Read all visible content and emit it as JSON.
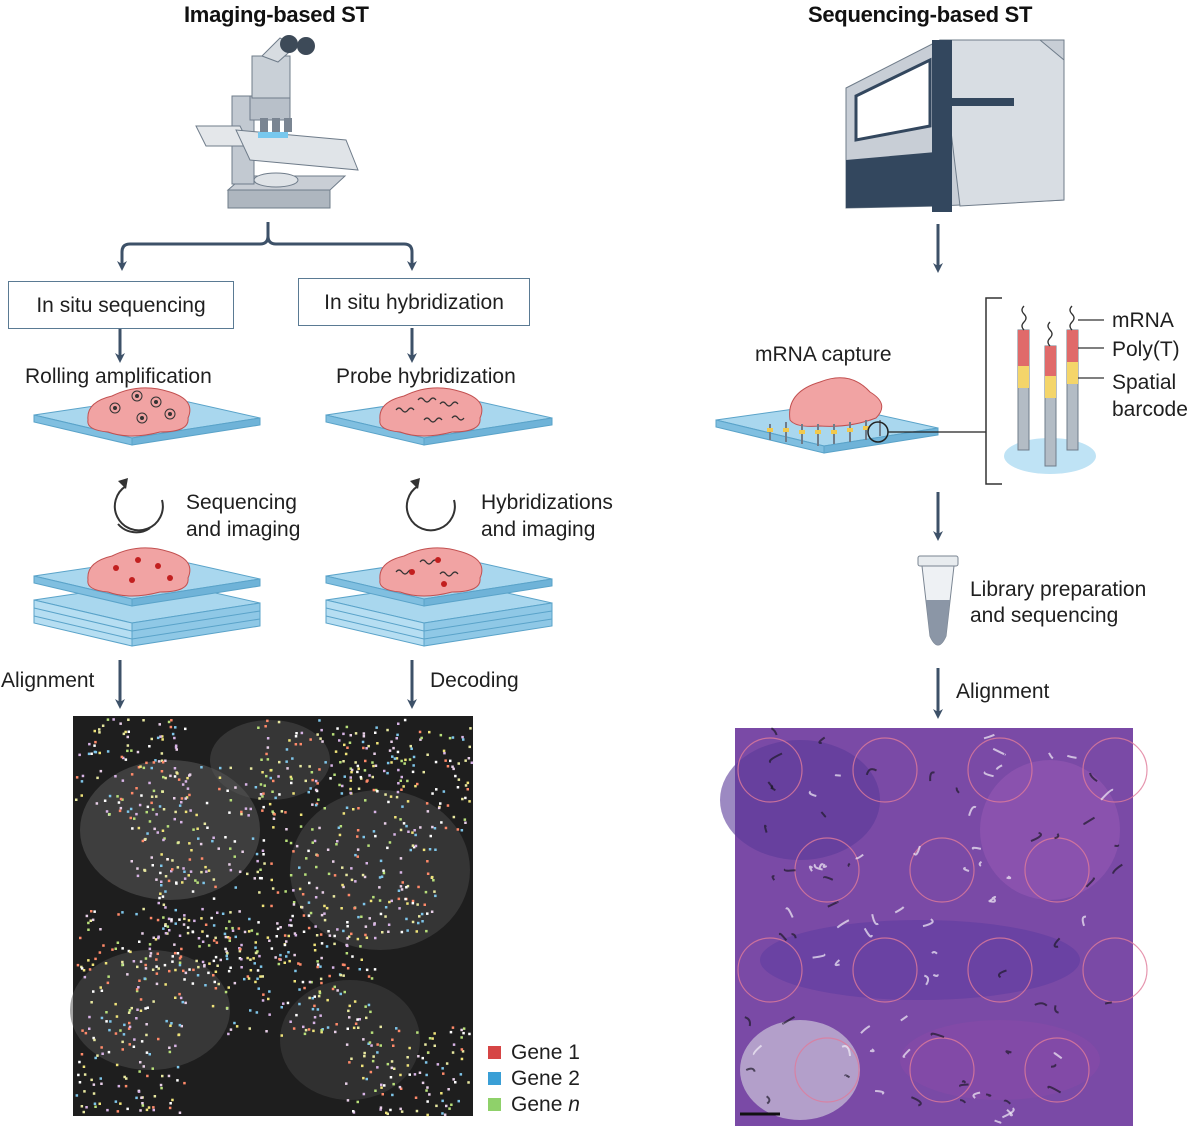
{
  "left": {
    "title": "Imaging-based ST",
    "branch_a": {
      "method": "In situ sequencing",
      "step": "Rolling amplification",
      "cycle": [
        "Sequencing",
        "and imaging"
      ],
      "post": "Alignment"
    },
    "branch_b": {
      "method": "In situ hybridization",
      "step": "Probe hybridization",
      "cycle": [
        "Hybridizations",
        "and imaging"
      ],
      "post": "Decoding"
    },
    "legend": [
      {
        "label": "Gene 1",
        "color": "#d64545"
      },
      {
        "label": "Gene 2",
        "color": "#3a9fd6"
      },
      {
        "label": "Gene ",
        "italic": "n",
        "color": "#8fd16a"
      }
    ]
  },
  "right": {
    "title": "Sequencing-based ST",
    "capture": "mRNA capture",
    "probe_labels": [
      "mRNA",
      "Poly(T)",
      "Spatial",
      "barcode"
    ],
    "library": [
      "Library preparation",
      "and sequencing"
    ],
    "post": "Alignment"
  },
  "colors": {
    "arrow": "#3d5168",
    "slide": "#a9d7ee",
    "tissue": "#f1a3a3",
    "tissue_dark": "#c25050",
    "instrument": "#d3d8de",
    "instrument_dark": "#33475e"
  }
}
